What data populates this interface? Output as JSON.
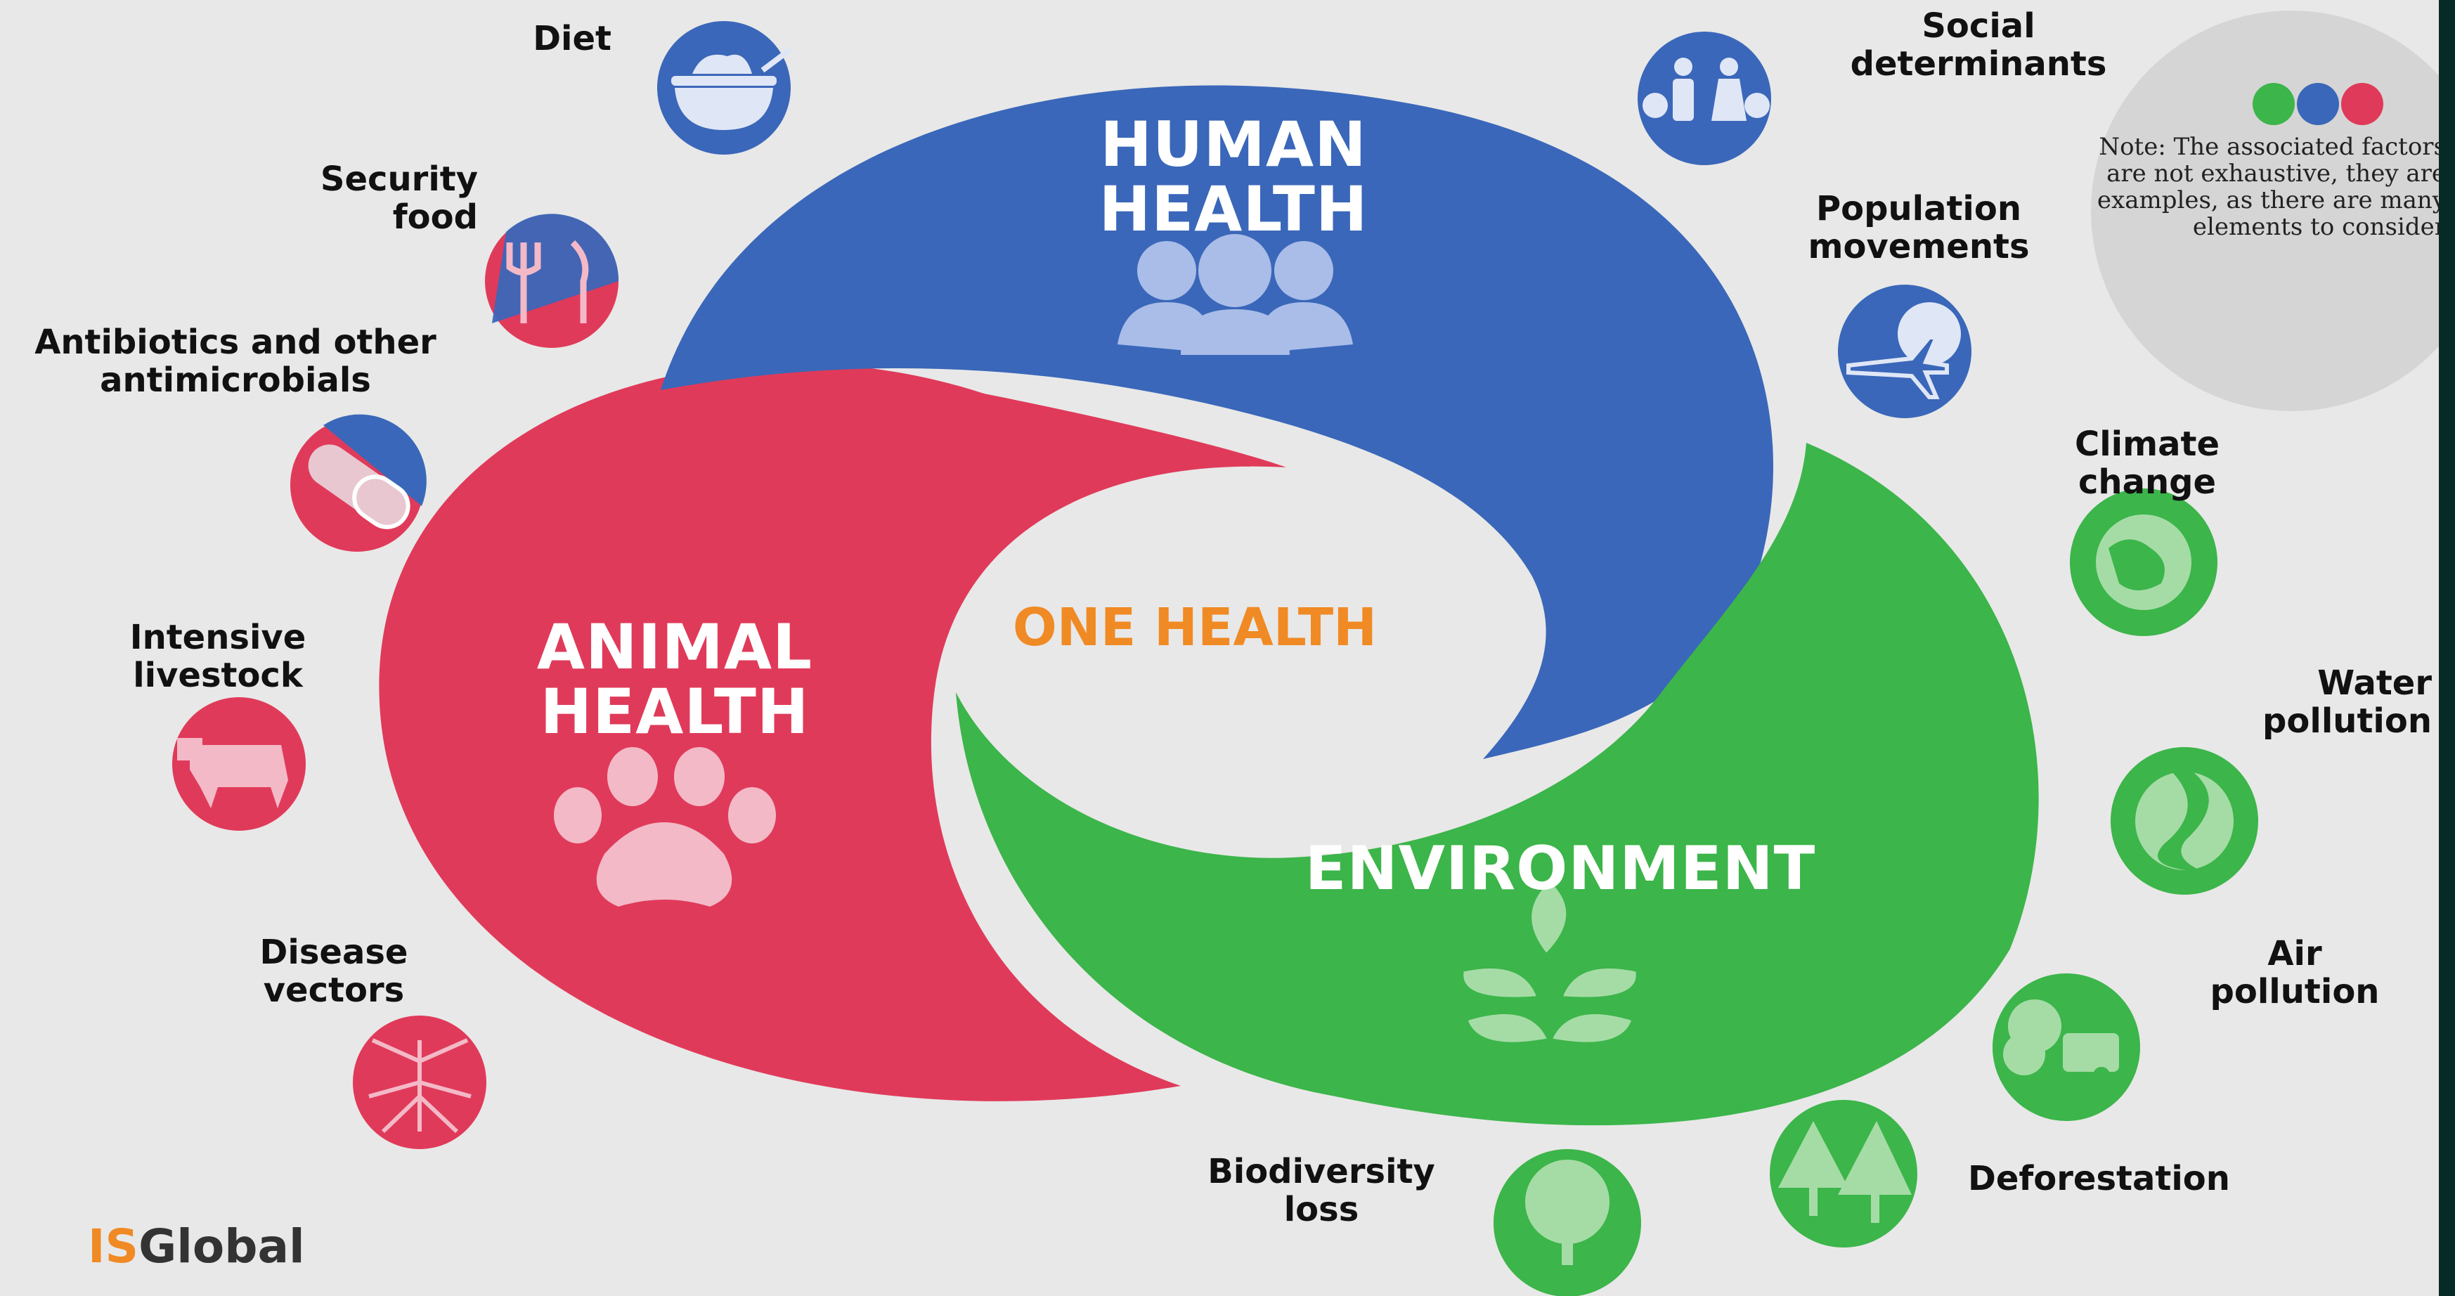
{
  "titles": {
    "human": "HUMAN HEALTH",
    "animal": "ANIMAL HEALTH",
    "environment": "ENVIRONMENT",
    "center": "ONE HEALTH"
  },
  "factors": {
    "diet": "Diet",
    "security_food": "Security food",
    "antibiotics": "Antibiotics and other antimicrobials",
    "intensive_livestock": "Intensive livestock",
    "disease_vectors": "Disease vectors",
    "social_determinants": "Social determinants",
    "population_movements": "Population movements",
    "climate_change": "Climate change",
    "water_pollution": "Water pollution",
    "air_pollution": "Air pollution",
    "deforestation": "Deforestation",
    "biodiversity_loss": "Biodiversity loss"
  },
  "note": "Note: The associated factors are not exhaustive, they are examples, as there are many elements to consider",
  "logo": {
    "prefix": "IS",
    "suffix": "Global"
  },
  "colors": {
    "human": "#3a67b9",
    "animal": "#e03a5a",
    "environment": "#3cb54a",
    "center": "#f08a24"
  }
}
